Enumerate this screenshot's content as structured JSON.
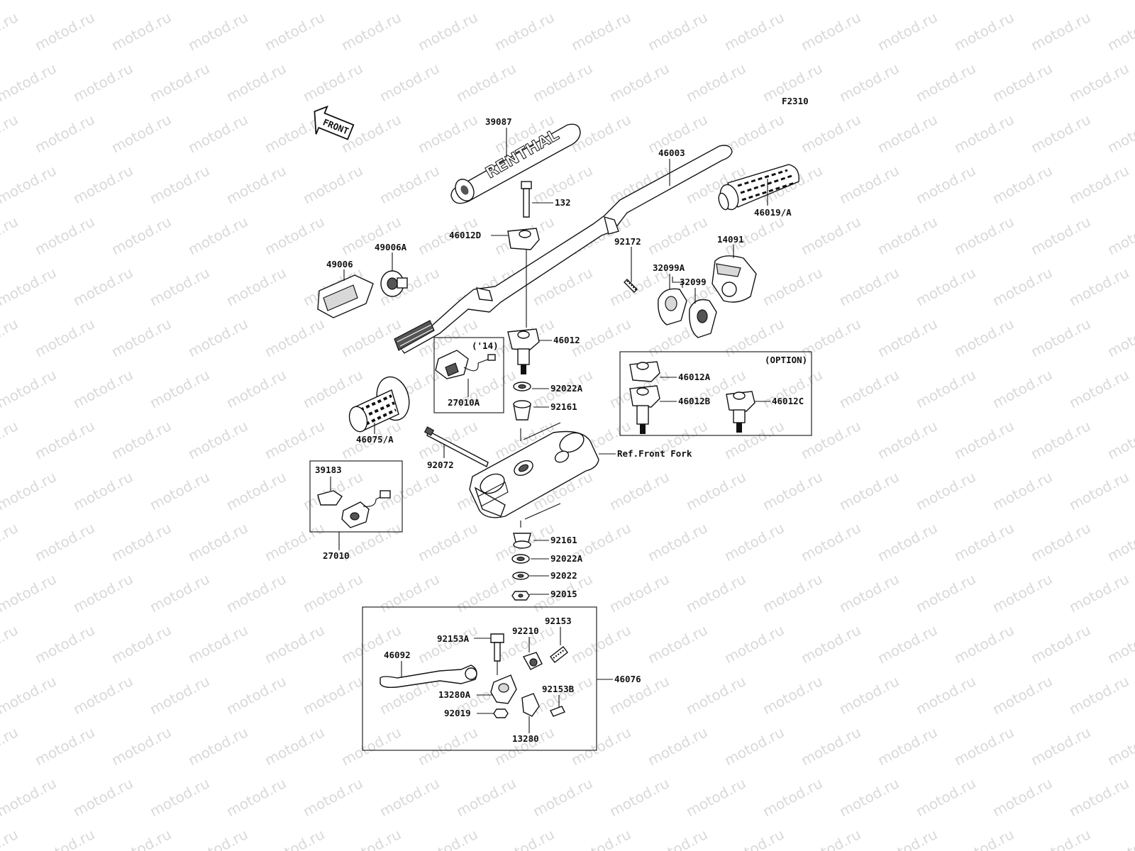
{
  "figure_code": "F2310",
  "direction_arrow_label": "FRONT",
  "reference_label": "Ref.Front Fork",
  "bar_pad_print": "RENTHAL",
  "watermark_text": "motod.ru",
  "labels": {
    "p39087": "39087",
    "p46003": "46003",
    "p132": "132",
    "p46012D": "46012D",
    "p46019A": "46019/A",
    "p49006": "49006",
    "p49006A": "49006A",
    "p92172": "92172",
    "p32099A": "32099A",
    "p32099": "32099",
    "p14091": "14091",
    "p46012": "46012",
    "p14note": "('14)",
    "p27010A": "27010A",
    "p46075A": "46075/A",
    "p92022A_top": "92022A",
    "p92161_top": "92161",
    "p92072": "92072",
    "p39183": "39183",
    "p27010": "27010",
    "p92161_bot": "92161",
    "p92022A_bot": "92022A",
    "p92022": "92022",
    "p92015": "92015",
    "option": "(OPTION)",
    "p46012A": "46012A",
    "p46012B": "46012B",
    "p46012C": "46012C",
    "p92153": "92153",
    "p92153A": "92153A",
    "p92210": "92210",
    "p46092": "46092",
    "p46076": "46076",
    "p92153B": "92153B",
    "p13280A": "13280A",
    "p92019": "92019",
    "p13280": "13280"
  }
}
